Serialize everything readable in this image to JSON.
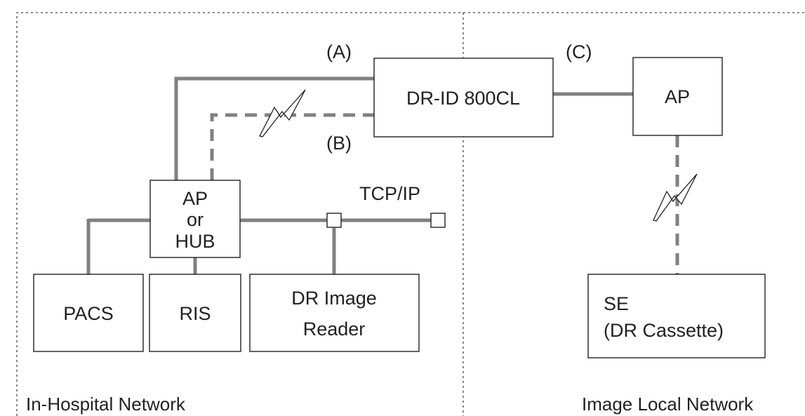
{
  "colors": {
    "line": "#808080",
    "stroke": "#231f20",
    "background": "#ffffff"
  },
  "nodes": {
    "dr_id": "DR-ID 800CL",
    "ap_right": "AP",
    "ap_hub": [
      "AP",
      "or",
      "HUB"
    ],
    "pacs": "PACS",
    "ris": "RIS",
    "dr_reader": [
      "DR Image",
      "Reader"
    ],
    "se": [
      "SE",
      "(DR Cassette)"
    ]
  },
  "connections": {
    "a": "(A)",
    "b": "(B)",
    "c": "(C)",
    "tcpip": "TCP/IP"
  },
  "regions": {
    "in_hospital": "In-Hospital Network",
    "image_local": "Image Local Network"
  },
  "icons": [
    "wireless-bolt-icon",
    "wireless-bolt-icon"
  ]
}
